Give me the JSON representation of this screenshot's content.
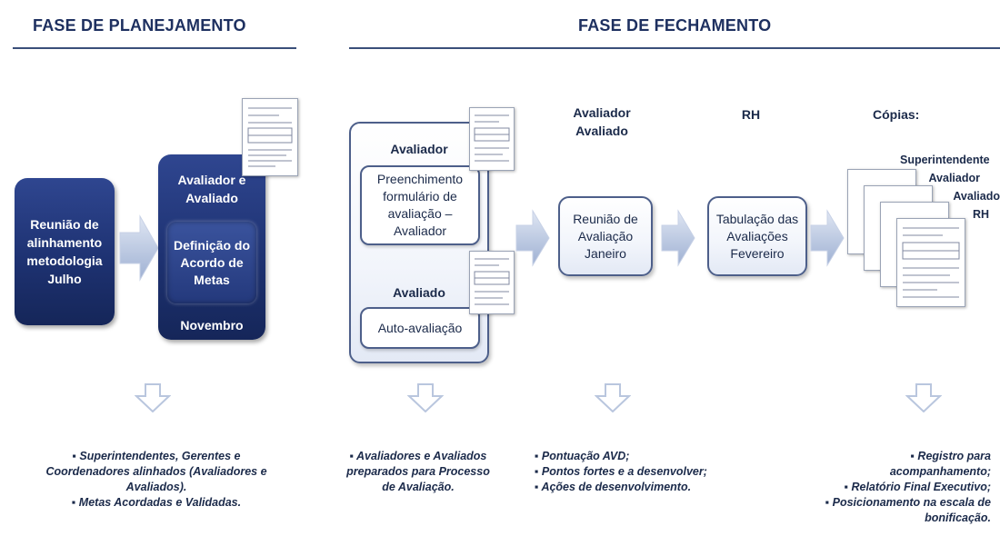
{
  "headers": {
    "planning": "FASE DE PLANEJAMENTO",
    "closing": "FASE DE FECHAMENTO"
  },
  "planning": {
    "meeting": "Reunião de alinhamento metodologia Julho",
    "box_top": "Avaliador e Avaliado",
    "box_inner": "Definição do Acordo de Metas",
    "box_bottom": "Novembro"
  },
  "closing": {
    "evaluator_label": "Avaliador",
    "evaluator_box": "Preenchimento formulário de avaliação – Avaliador",
    "evaluated_label": "Avaliado",
    "evaluated_box": "Auto-avaliação",
    "col3_title_1": "Avaliador",
    "col3_title_2": "Avaliado",
    "meeting_box": "Reunião de Avaliação Janeiro",
    "col4_title": "RH",
    "tabulation_box": "Tabulação das Avaliações Fevereiro",
    "copies_title": "Cópias:",
    "copies": [
      "Superintendente",
      "Avaliador",
      "Avaliado",
      "RH"
    ]
  },
  "notes": {
    "planning": [
      "▪ Superintendentes, Gerentes e",
      "Coordenadores alinhados (Avaliadores e",
      "Avaliados).",
      "▪ Metas Acordadas e Validadas."
    ],
    "evaluators": [
      "▪ Avaliadores e Avaliados",
      "preparados para Processo",
      "de Avaliação."
    ],
    "meeting": [
      "▪ Pontuação AVD;",
      "▪ Pontos fortes e a desenvolver;",
      "▪ Ações de desenvolvimento."
    ],
    "copies": [
      "▪ Registro para",
      "acompanhamento;",
      "▪ Relatório Final Executivo;",
      "▪ Posicionamento na escala de",
      "bonificação."
    ]
  },
  "colors": {
    "dark_box": "#1e3272",
    "header_text": "#1e3060",
    "arrow": "#b8c6e0"
  },
  "icons": [
    "arrow-right-icon",
    "arrow-down-icon",
    "document-icon"
  ]
}
